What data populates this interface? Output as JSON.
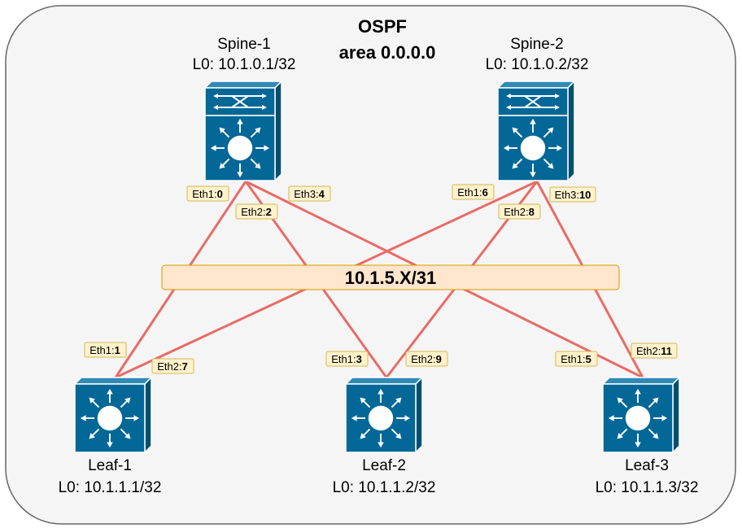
{
  "area": {
    "title_line1": "OSPF",
    "title_line2": "area 0.0.0.0"
  },
  "subnet": {
    "label": "10.1.5.X/31"
  },
  "spines": [
    {
      "name": "Spine-1",
      "loopback": "L0: 10.1.0.1/32"
    },
    {
      "name": "Spine-2",
      "loopback": "L0: 10.1.0.2/32"
    }
  ],
  "leaves": [
    {
      "name": "Leaf-1",
      "loopback": "L0: 10.1.1.1/32"
    },
    {
      "name": "Leaf-2",
      "loopback": "L0: 10.1.1.2/32"
    },
    {
      "name": "Leaf-3",
      "loopback": "L0: 10.1.1.3/32"
    }
  ],
  "ports": [
    {
      "prefix": "Eth1:",
      "num": "0"
    },
    {
      "prefix": "Eth2:",
      "num": "2"
    },
    {
      "prefix": "Eth3:",
      "num": "4"
    },
    {
      "prefix": "Eth1:",
      "num": "6"
    },
    {
      "prefix": "Eth2:",
      "num": "8"
    },
    {
      "prefix": "Eth3:",
      "num": "10"
    },
    {
      "prefix": "Eth1:",
      "num": "1"
    },
    {
      "prefix": "Eth2:",
      "num": "7"
    },
    {
      "prefix": "Eth1:",
      "num": "3"
    },
    {
      "prefix": "Eth2:",
      "num": "9"
    },
    {
      "prefix": "Eth1:",
      "num": "5"
    },
    {
      "prefix": "Eth2:",
      "num": "11"
    }
  ]
}
